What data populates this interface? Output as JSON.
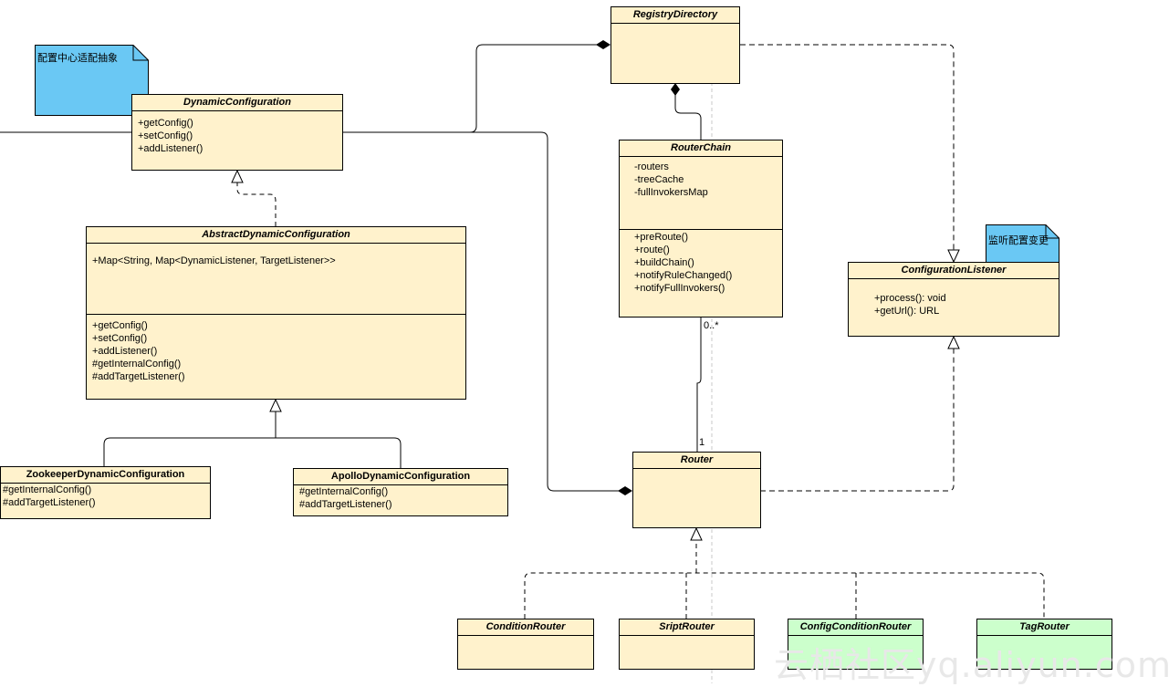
{
  "notes": {
    "config_center": "配置中心适配抽象",
    "listen_change": "监听配置变更"
  },
  "classes": {
    "registry_directory": {
      "name": "RegistryDirectory",
      "members": []
    },
    "dynamic_configuration": {
      "name": "DynamicConfiguration",
      "methods": [
        "+getConfig()",
        "+setConfig()",
        "+addListener()"
      ]
    },
    "abstract_dynamic_configuration": {
      "name": "AbstractDynamicConfiguration",
      "attributes": [
        "+Map<String, Map<DynamicListener, TargetListener>>"
      ],
      "methods": [
        "+getConfig()",
        "+setConfig()",
        "+addListener()",
        "#getInternalConfig()",
        "#addTargetListener()"
      ]
    },
    "zookeeper_dynamic_configuration": {
      "name": "ZookeeperDynamicConfiguration",
      "methods": [
        "#getInternalConfig()",
        "#addTargetListener()"
      ]
    },
    "apollo_dynamic_configuration": {
      "name": "ApolloDynamicConfiguration",
      "methods": [
        "#getInternalConfig()",
        "#addTargetListener()"
      ]
    },
    "router_chain": {
      "name": "RouterChain",
      "attributes": [
        "-routers",
        "-treeCache",
        "-fullInvokersMap"
      ],
      "methods": [
        "+preRoute()",
        "+route()",
        "+buildChain()",
        "+notifyRuleChanged()",
        "+notifyFullInvokers()"
      ]
    },
    "configuration_listener": {
      "name": "ConfigurationListener",
      "methods": [
        "+process(): void",
        "+getUrl(): URL"
      ]
    },
    "router": {
      "name": "Router"
    },
    "condition_router": {
      "name": "ConditionRouter"
    },
    "sript_router": {
      "name": "SriptRouter"
    },
    "config_condition_router": {
      "name": "ConfigConditionRouter"
    },
    "tag_router": {
      "name": "TagRouter"
    }
  },
  "multiplicity": {
    "chain_end": "0..*",
    "router_end": "1"
  },
  "watermark": "云栖社区yq.aliyun.com",
  "colors": {
    "class_fill": "#fff2cc",
    "green_fill": "#ccffcc",
    "note_fill": "#6ac8f4"
  }
}
